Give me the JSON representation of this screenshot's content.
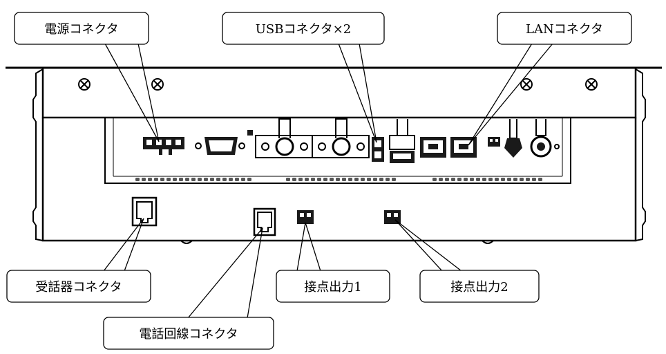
{
  "diagram": {
    "callouts": {
      "power": "電源コネクタ",
      "usb": "USBコネクタ×2",
      "lan": "LANコネクタ",
      "handset": "受話器コネクタ",
      "phone_line": "電話回線コネクタ",
      "contact1": "接点出力1",
      "contact2": "接点出力2"
    },
    "colors": {
      "stroke": "#000000",
      "background": "#ffffff",
      "port": "#1a1a1a"
    }
  }
}
